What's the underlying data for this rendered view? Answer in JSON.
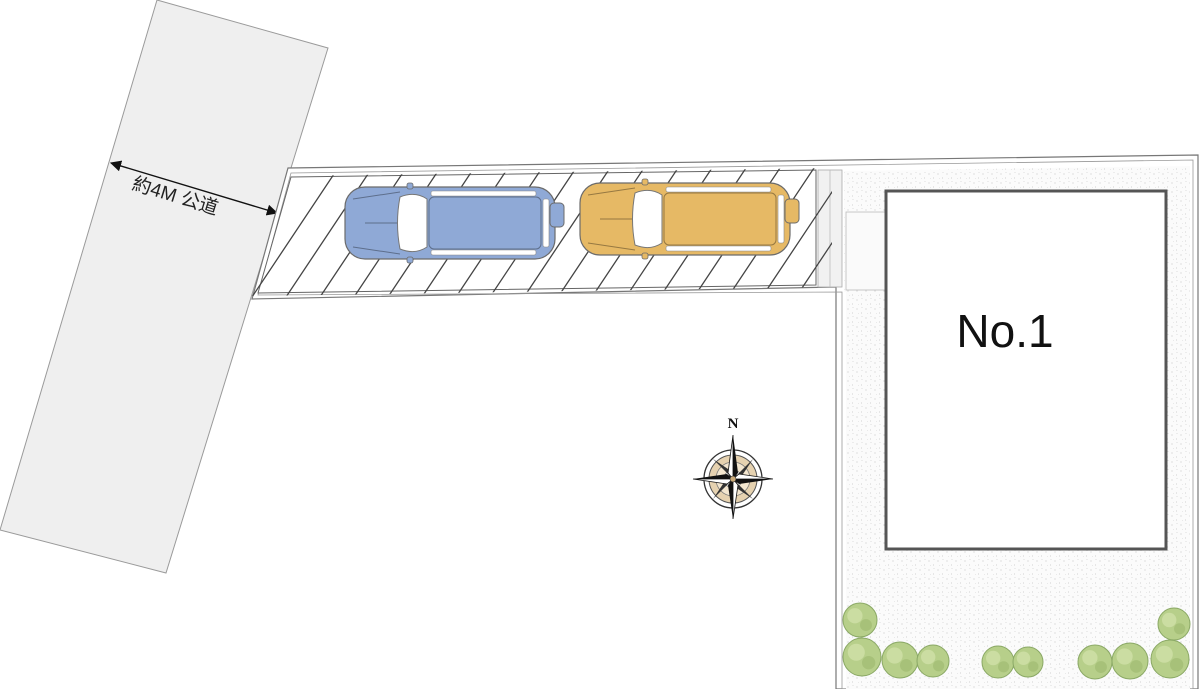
{
  "road": {
    "width_label": "約4M 公道"
  },
  "lot": {
    "house_label": "No.1"
  },
  "compass": {
    "north_label": "N"
  },
  "colors": {
    "road_fill": "#efefef",
    "car_blue": "#8fa9d6",
    "car_orange": "#e6b965",
    "tree_green": "#b7cf8a",
    "compass_face": "#e6d2b0",
    "parking_hatch": "#444444"
  },
  "icons": {
    "compass": "compass-rose-icon",
    "car": "car-top-view-icon",
    "tree": "shrub-icon"
  }
}
